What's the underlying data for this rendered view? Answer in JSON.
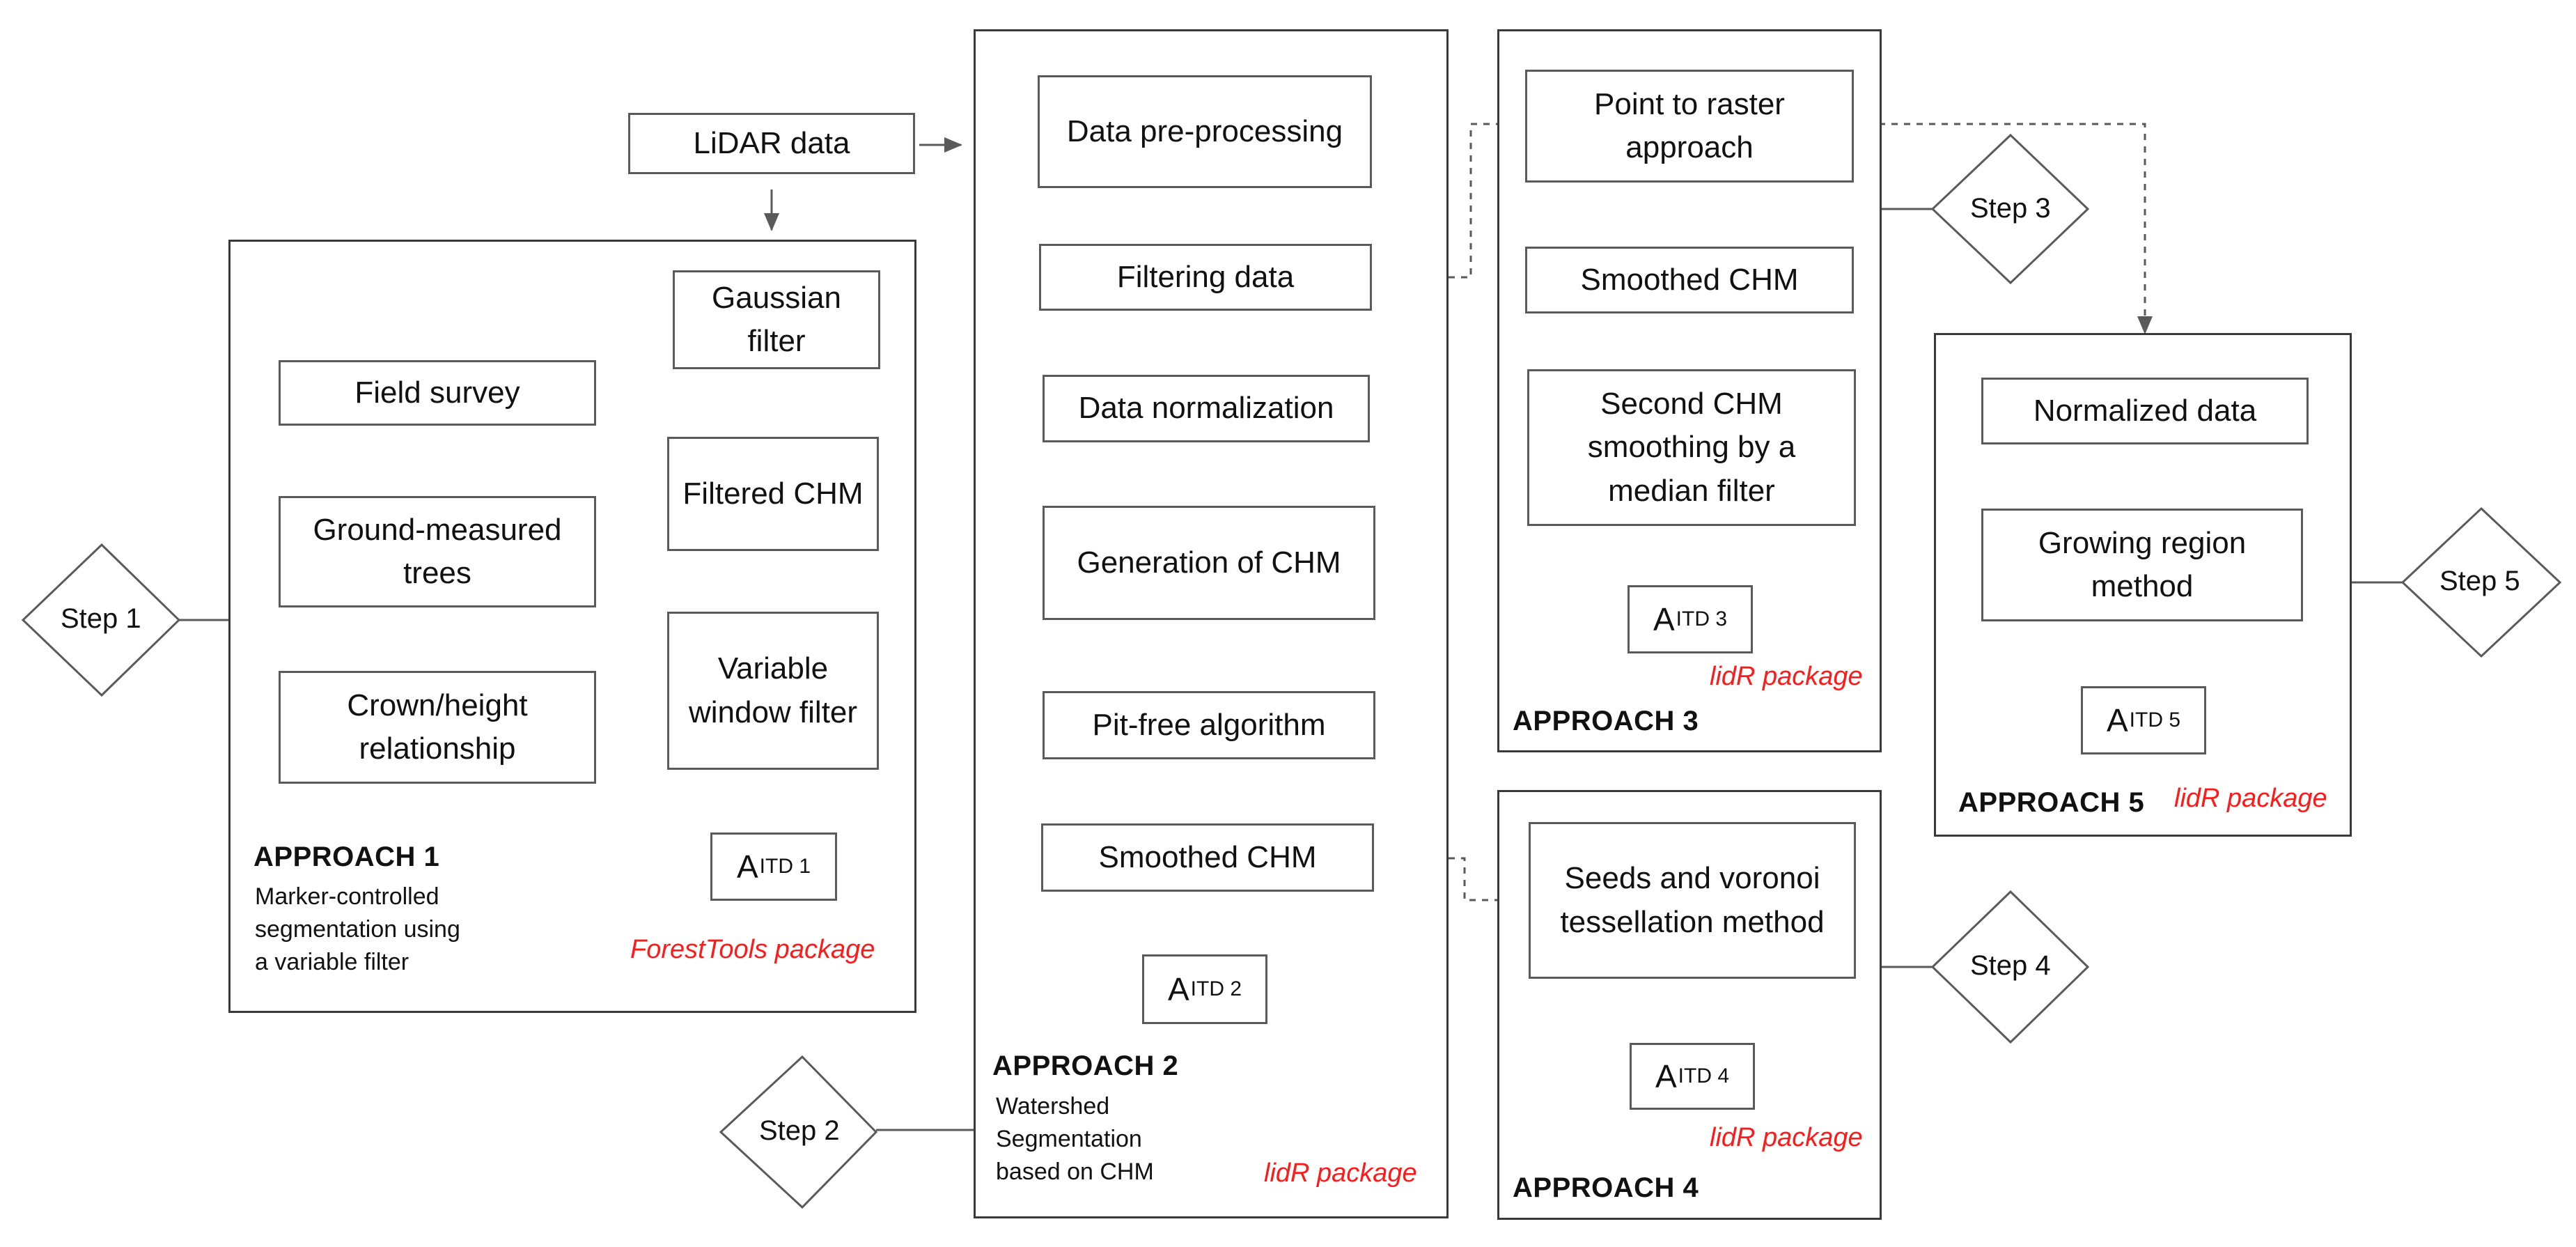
{
  "lidar_data": "LiDAR data",
  "approach1": {
    "title": "APPROACH 1",
    "description": [
      "Marker-controlled",
      "segmentation using",
      "a variable filter"
    ],
    "package": "ForestTools package",
    "left_nodes": [
      "Field survey",
      "Ground-measured trees",
      "Crown/height relationship"
    ],
    "right_nodes": [
      "Gaussian filter",
      "Filtered CHM",
      "Variable window filter"
    ],
    "result": {
      "base": "A",
      "sub": "ITD 1"
    }
  },
  "approach2": {
    "title": "APPROACH 2",
    "description": [
      "Watershed",
      "Segmentation",
      "based on CHM"
    ],
    "package": "lidR package",
    "nodes": [
      "Data pre-processing",
      "Filtering data",
      "Data normalization",
      "Generation of CHM",
      "Pit-free algorithm",
      "Smoothed CHM"
    ],
    "result": {
      "base": "A",
      "sub": "ITD 2"
    }
  },
  "approach3": {
    "title": "APPROACH 3",
    "package": "lidR package",
    "nodes": [
      "Point to raster approach",
      "Smoothed CHM",
      "Second CHM smoothing by a median filter"
    ],
    "result": {
      "base": "A",
      "sub": "ITD 3"
    }
  },
  "approach4": {
    "title": "APPROACH 4",
    "package": "lidR package",
    "nodes": [
      "Seeds and voronoi tessellation method"
    ],
    "result": {
      "base": "A",
      "sub": "ITD 4"
    }
  },
  "approach5": {
    "title": "APPROACH 5",
    "package": "lidR package",
    "nodes": [
      "Normalized data",
      "Growing region method"
    ],
    "result": {
      "base": "A",
      "sub": "ITD 5"
    }
  },
  "steps": [
    "Step 1",
    "Step 2",
    "Step 3",
    "Step 4",
    "Step 5"
  ]
}
